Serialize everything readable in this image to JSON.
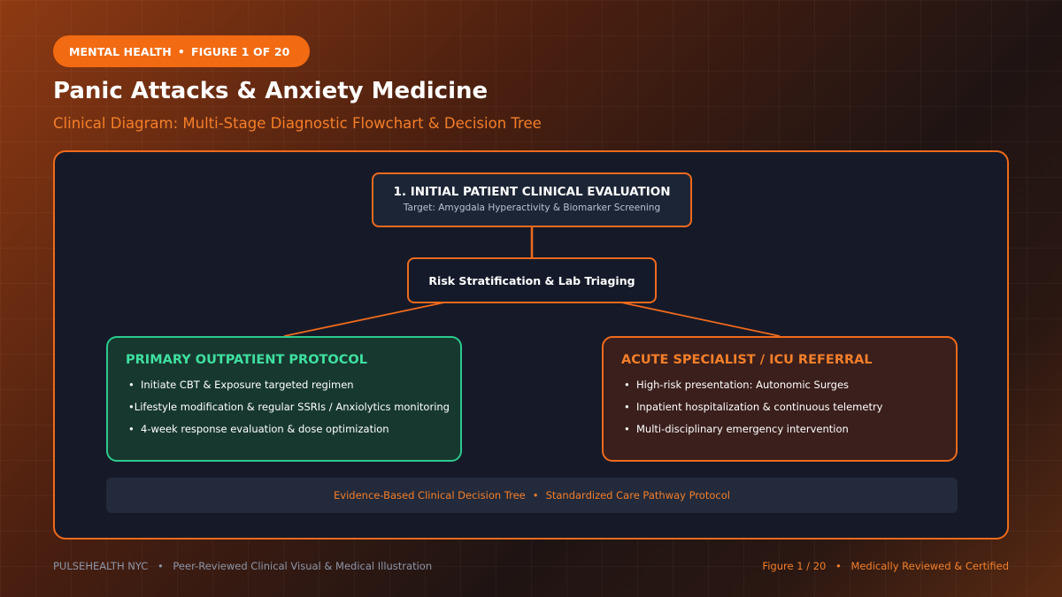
{
  "badge": {
    "category": "MENTAL HEALTH",
    "separator": "•",
    "figure": "FIGURE 1 OF 20"
  },
  "header": {
    "title": "Panic Attacks & Anxiety Medicine",
    "subtitle": "Clinical Diagram: Multi-Stage Diagnostic Flowchart & Decision Tree"
  },
  "diagram": {
    "root": {
      "title": "1. INITIAL PATIENT CLINICAL EVALUATION",
      "subtitle": "Target: Amygdala Hyperactivity & Biomarker Screening"
    },
    "decision": {
      "label": "Risk Stratification & Lab Triaging"
    },
    "branches": [
      {
        "title": "PRIMARY OUTPATIENT PROTOCOL",
        "items": [
          "Initiate CBT & Exposure targeted regimen",
          "Lifestyle modification & regular SSRIs / Anxiolytics monitoring",
          "4-week response evaluation & dose optimization"
        ]
      },
      {
        "title": "ACUTE SPECIALIST / ICU REFERRAL",
        "items": [
          "High-risk presentation: Autonomic Surges",
          "Inpatient hospitalization & continuous telemetry",
          "Multi-disciplinary emergency intervention"
        ]
      }
    ],
    "bullet": "•",
    "footer": {
      "left": "Evidence-Based Clinical Decision Tree",
      "separator": "•",
      "right": "Standardized Care Pathway Protocol"
    }
  },
  "footer": {
    "left_brand": "PULSEHEALTH NYC",
    "left_separator": "•",
    "left_text": "Peer-Reviewed Clinical Visual & Medical Illustration",
    "right_figure": "Figure 1 / 20",
    "right_separator": "•",
    "right_text": "Medically Reviewed & Certified"
  },
  "colors": {
    "accent": "#ef6a1c",
    "accent_text": "#f47f2a",
    "primary_branch": "#2cc98e",
    "panel_bg": "#161a28"
  }
}
